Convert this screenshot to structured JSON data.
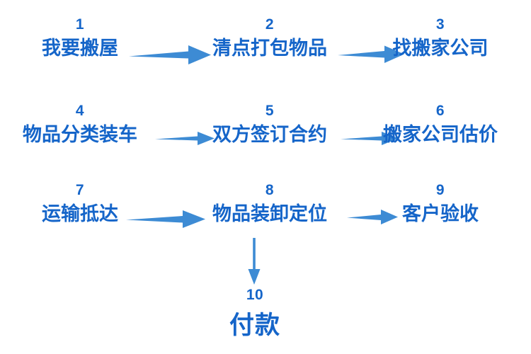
{
  "diagram": {
    "title": "",
    "background_color": "#FFFFFF",
    "text_color": "#1565C9",
    "arrow_color": "#3D8BD4",
    "orientation": "left-to-right rows, wrapping downward"
  },
  "steps": [
    {
      "number": "1",
      "label": "我要搬屋"
    },
    {
      "number": "2",
      "label": "清点打包物品"
    },
    {
      "number": "3",
      "label": "找搬家公司"
    },
    {
      "number": "4",
      "label": "物品分类装车"
    },
    {
      "number": "5",
      "label": "双方签订合约"
    },
    {
      "number": "6",
      "label": "搬家公司估价"
    },
    {
      "number": "7",
      "label": "运输抵达"
    },
    {
      "number": "8",
      "label": "物品装卸定位"
    },
    {
      "number": "9",
      "label": "客户验收"
    },
    {
      "number": "10",
      "label": "付款"
    }
  ],
  "connectors": [
    {
      "name": "arrow-1-to-2",
      "direction": "right"
    },
    {
      "name": "arrow-2-to-3",
      "direction": "right"
    },
    {
      "name": "arrow-4-to-5",
      "direction": "right"
    },
    {
      "name": "arrow-5-to-6",
      "direction": "right"
    },
    {
      "name": "arrow-7-to-8",
      "direction": "right"
    },
    {
      "name": "arrow-8-to-9",
      "direction": "right"
    },
    {
      "name": "arrow-8-to-10",
      "direction": "down"
    }
  ]
}
